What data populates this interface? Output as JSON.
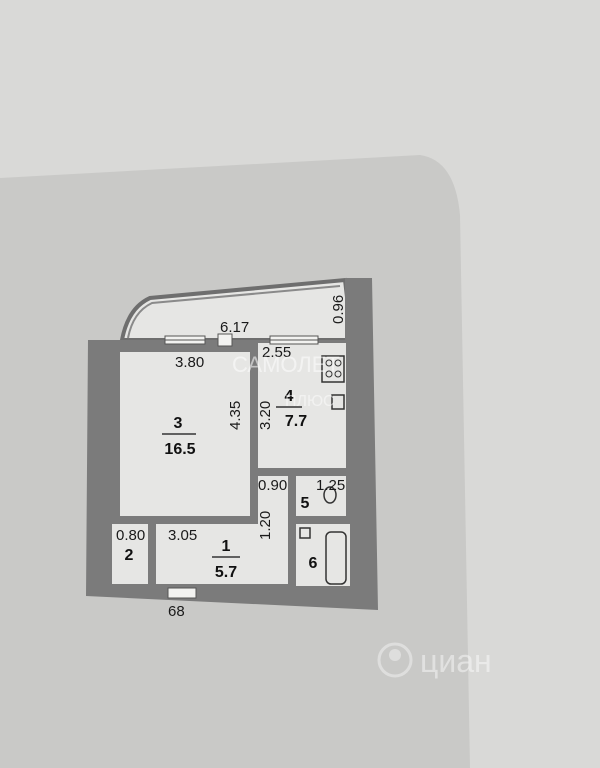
{
  "plan": {
    "rooms": [
      {
        "number": "1",
        "area": "5.7"
      },
      {
        "number": "2",
        "area": ""
      },
      {
        "number": "3",
        "area": "16.5"
      },
      {
        "number": "4",
        "area": "7.7"
      },
      {
        "number": "5",
        "area": ""
      },
      {
        "number": "6",
        "area": ""
      }
    ],
    "dimensions": {
      "balcony_length": "6.17",
      "balcony_depth": "0.96",
      "room3_width": "3.80",
      "room3_depth": "4.35",
      "kitchen_width": "2.55",
      "kitchen_depth": "3.20",
      "wc_width": "0.90",
      "wc_length": "1.25",
      "corridor_width": "1.20",
      "hall_width": "3.05",
      "closet_width": "0.80",
      "entrance": "68"
    }
  },
  "watermarks": {
    "samolet": "САМОЛЕТ",
    "plus": "ПЛЮС",
    "cian": "циан"
  },
  "colors": {
    "background": "#d9d9d7",
    "wall": "#7a7a7a",
    "floor": "#e6e6e4",
    "shadow": "#c8c8c6",
    "ink": "#111111"
  }
}
